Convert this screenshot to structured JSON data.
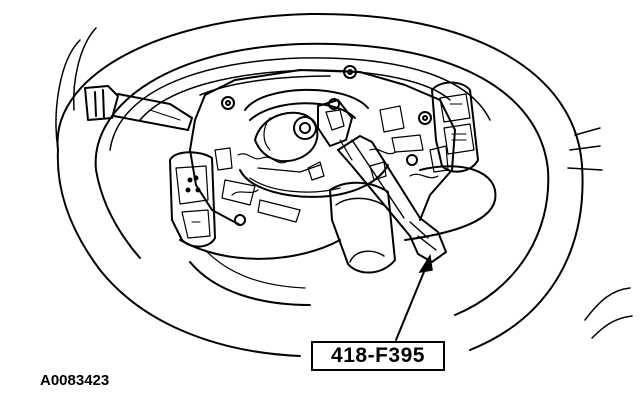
{
  "figure": {
    "tool_label": "418-F395",
    "figure_id": "A0083423"
  },
  "icons": {
    "wheel": "steering-wheel-drawing",
    "tool": "diagnostic-adapter-tool"
  },
  "colors": {
    "ink": "#000000",
    "paper": "#ffffff"
  }
}
